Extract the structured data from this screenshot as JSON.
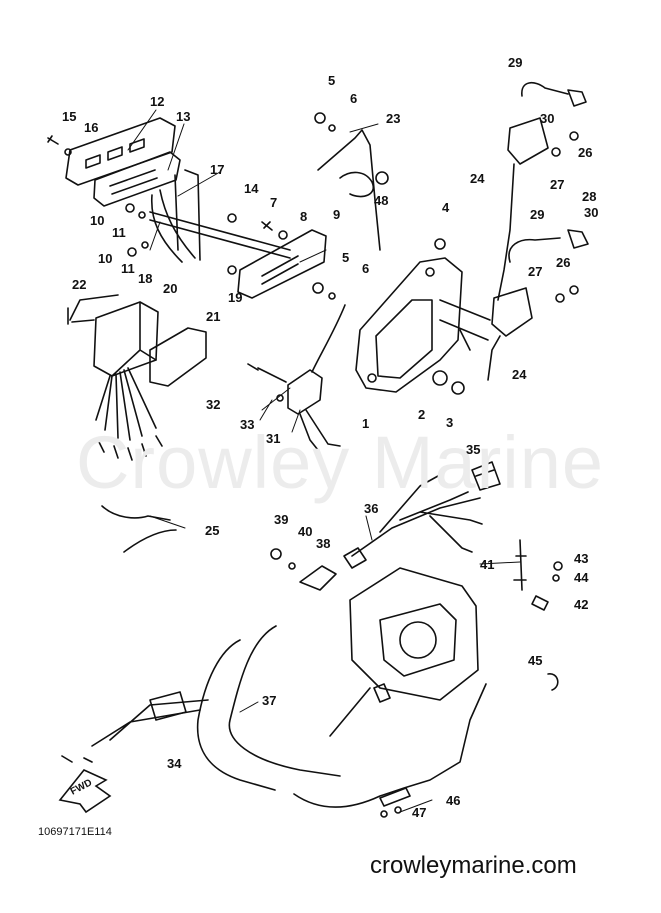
{
  "diagram": {
    "watermark": "Crowley Marine",
    "doc_code": "10697171E114",
    "site": "crowleymarine.com",
    "fwd_label": "FWD",
    "callouts": [
      "1",
      "2",
      "3",
      "4",
      "5",
      "6",
      "5",
      "6",
      "7",
      "8",
      "9",
      "10",
      "11",
      "10",
      "11",
      "12",
      "13",
      "14",
      "15",
      "16",
      "17",
      "18",
      "19",
      "20",
      "21",
      "22",
      "23",
      "24",
      "24",
      "25",
      "26",
      "26",
      "27",
      "27",
      "28",
      "29",
      "29",
      "30",
      "30",
      "31",
      "32",
      "33",
      "34",
      "35",
      "36",
      "37",
      "38",
      "39",
      "40",
      "41",
      "42",
      "43",
      "44",
      "45",
      "46",
      "47",
      "48"
    ]
  }
}
